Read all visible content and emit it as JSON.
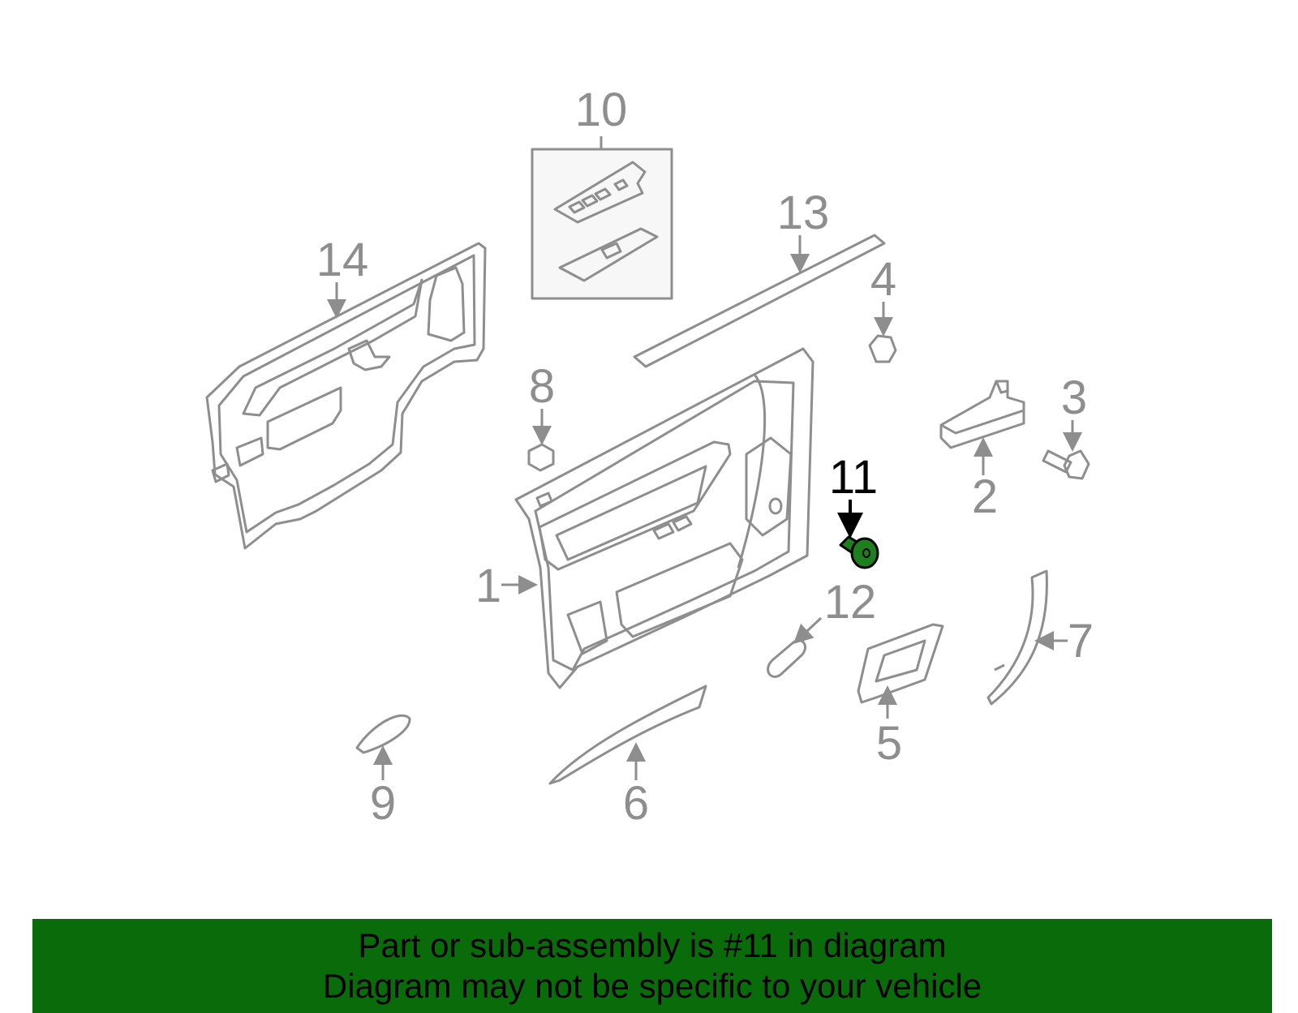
{
  "diagram": {
    "callouts": {
      "c1": "1",
      "c2": "2",
      "c3": "3",
      "c4": "4",
      "c5": "5",
      "c6": "6",
      "c7": "7",
      "c8": "8",
      "c9": "9",
      "c10": "10",
      "c11": "11",
      "c12": "12",
      "c13": "13",
      "c14": "14"
    },
    "highlighted_part": "11",
    "colors": {
      "line": "#8e8e8e",
      "highlight_fill": "#1f7f1f",
      "highlight_text": "#000000",
      "inset_fill": "#f7f7f7"
    }
  },
  "banner": {
    "line1": "Part or sub-assembly is #11 in diagram",
    "line2": "Diagram may not be specific to your vehicle",
    "background": "#0a6b0a"
  }
}
